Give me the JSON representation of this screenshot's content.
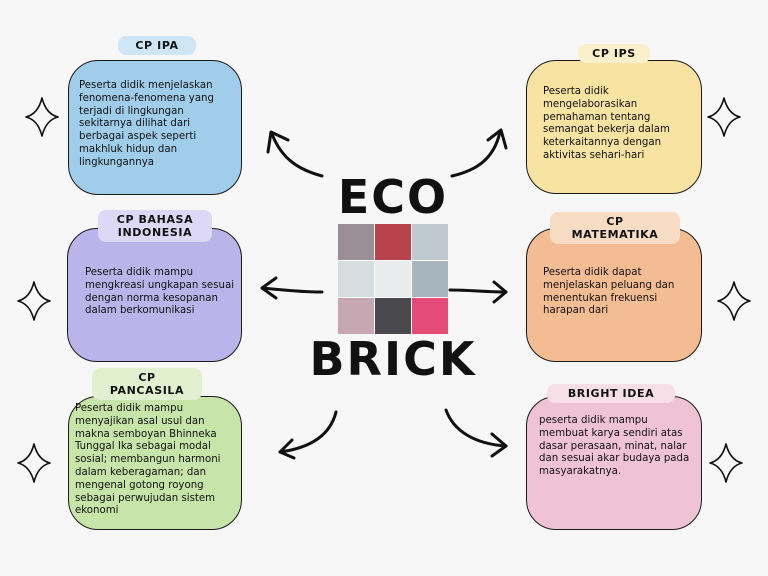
{
  "center": {
    "title_top": "ECO",
    "title_bottom": "BRICK"
  },
  "boxes": {
    "ipa": {
      "tag": "CP IPA",
      "text": "Peserta didik menjelaskan fenomena-fenomena yang terjadi di lingkungan sekitarnya dilihat dari berbagai aspek seperti makhluk hidup dan lingkungannya",
      "color": "#9fcdea",
      "tag_color": "#cfe6f6"
    },
    "ips": {
      "tag": "CP IPS",
      "text": "Peserta didik mengelaborasikan pemahaman tentang semangat bekerja dalam keterkaitannya dengan aktivitas sehari-hari",
      "color": "#f8e3a3",
      "tag_color": "#fbf0cc"
    },
    "bahasa": {
      "tag": "CP BAHASA\nINDONESIA",
      "text": "Peserta didik mampu mengkreasi ungkapan sesuai dengan norma kesopanan dalam berkomunikasi",
      "color": "#bbb4ea",
      "tag_color": "#dcd8f5"
    },
    "matematika": {
      "tag": "CP\nMATEMATIKA",
      "text": "Peserta didik dapat menjelaskan peluang dan menentukan frekuensi harapan dari",
      "color": "#f4bc92",
      "tag_color": "#f9dcc4"
    },
    "pancasila": {
      "tag": "CP\nPANCASILA",
      "text": "Peserta didik mampu menyajikan asal usul dan makna semboyan Bhinneka Tunggal Ika sebagai modal sosial; membangun harmoni dalam keberagaman; dan mengenal gotong royong sebagai perwujudan sistem ekonomi",
      "color": "#c7e4a9",
      "tag_color": "#e1f1cf"
    },
    "bright": {
      "tag": "BRIGHT IDEA",
      "text": "peserta didik mampu membuat karya sendiri atas dasar perasaan, minat, nalar dan sesuai akar budaya pada masyarakatnya.",
      "color": "#efc3d4",
      "tag_color": "#f7dfe8"
    }
  }
}
